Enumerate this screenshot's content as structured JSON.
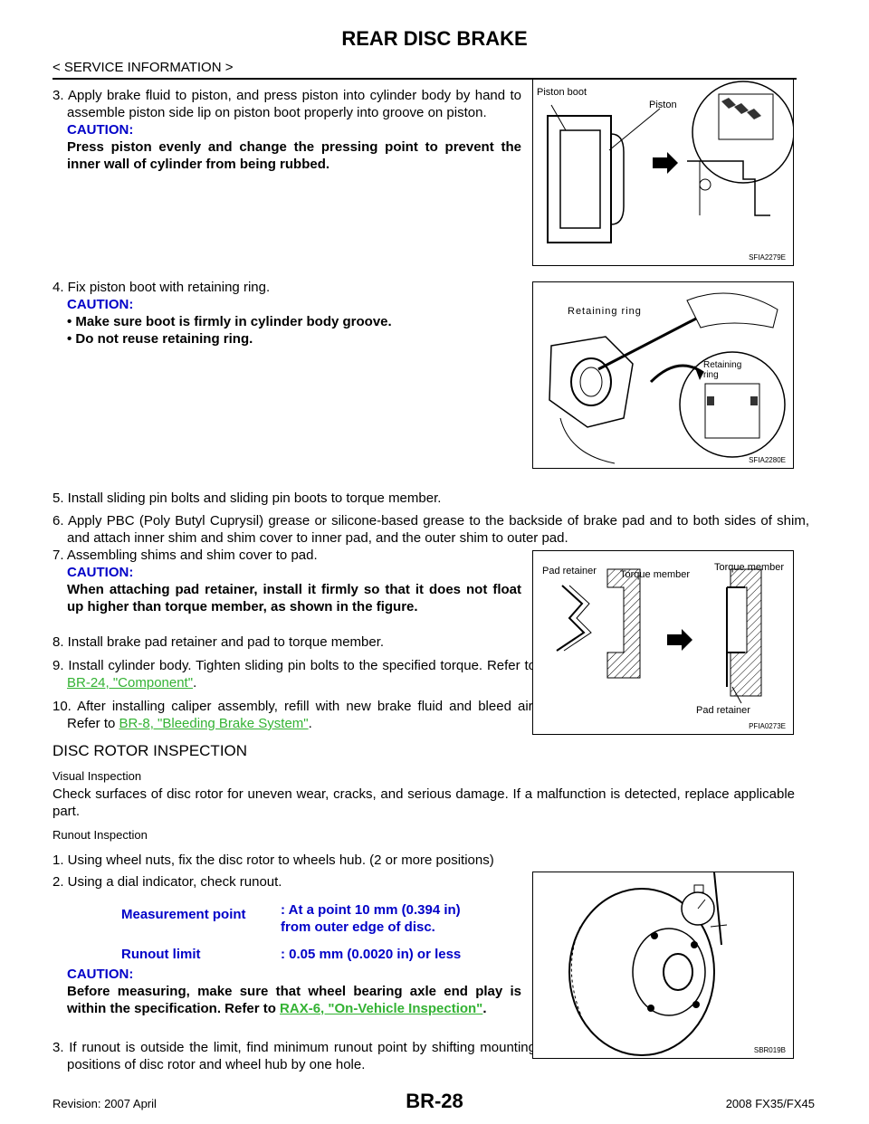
{
  "header": {
    "title": "REAR DISC BRAKE",
    "section": "< SERVICE INFORMATION >"
  },
  "steps": {
    "s3": {
      "text": "3.  Apply brake fluid to piston, and press piston into cylinder body by hand to assemble piston side lip on piston boot properly into groove on piston.",
      "caution_label": "CAUTION:",
      "caution_text": "Press piston evenly and change the pressing point to prevent the inner wall of cylinder from being rubbed."
    },
    "s4": {
      "text": "4.  Fix piston boot with retaining ring.",
      "caution_label": "CAUTION:",
      "bullet1": "Make sure boot is firmly in cylinder body groove.",
      "bullet2": "Do not reuse retaining ring."
    },
    "s5": "5.  Install sliding pin bolts and sliding pin boots to torque member.",
    "s6": "6.  Apply PBC (Poly Butyl Cuprysil) grease or silicone-based grease to the backside of brake pad and to both sides of shim, and attach inner shim and shim cover to inner pad, and the outer shim to outer pad.",
    "s7": {
      "text": "7.  Assembling shims and shim cover to pad.",
      "caution_label": "CAUTION:",
      "caution_text": "When attaching pad retainer, install it firmly so that it does not float up higher than torque member, as shown in the figure."
    },
    "s8": "8.  Install brake pad retainer and pad to torque member.",
    "s9": {
      "text": "9.  Install cylinder body. Tighten sliding pin bolts to the specified torque. Refer to ",
      "link": "BR-24, \"Component\""
    },
    "s10": {
      "text": "10.  After installing caliper assembly, refill with new brake fluid and bleed air. Refer to ",
      "link": "BR-8, \"Bleeding Brake System\""
    }
  },
  "disc": {
    "heading": "DISC ROTOR INSPECTION",
    "visual_heading": "Visual Inspection",
    "visual_text": "Check surfaces of disc rotor for uneven wear, cracks, and serious damage. If a malfunction is detected, replace applicable part.",
    "runout_heading": "Runout Inspection",
    "r1": "1.  Using wheel nuts, fix the disc rotor to wheels hub. (2 or more positions)",
    "r2": "2.  Using a dial indicator, check runout.",
    "meas_label": "Measurement point",
    "meas_value": ": At a point 10 mm (0.394 in) from outer edge of disc.",
    "limit_label": "Runout limit",
    "limit_value": ": 0.05 mm (0.0020 in) or less",
    "caution_label": "CAUTION:",
    "caution_text": "Before measuring, make sure that wheel bearing axle end play is within the specification. Refer to ",
    "caution_link": "RAX-6, \"On-Vehicle Inspection\"",
    "r3": "3.  If runout is outside the limit, find minimum runout point by shifting mounting positions of disc rotor and wheel hub by one hole."
  },
  "figures": {
    "f1": {
      "id": "SFIA2279E",
      "label_a": "Piston boot",
      "label_b": "Piston"
    },
    "f2": {
      "id": "SFIA2280E",
      "label_a": "Retaining ring",
      "label_b": "Retaining ring"
    },
    "f3": {
      "id": "PFIA0273E",
      "label_a": "Pad retainer",
      "label_b": "Torque member",
      "label_c": "Torque member",
      "label_d": "Pad retainer"
    },
    "f4": {
      "id": "SBR019B"
    }
  },
  "footer": {
    "revision": "Revision: 2007 April",
    "page": "BR-28",
    "model": "2008 FX35/FX45"
  }
}
